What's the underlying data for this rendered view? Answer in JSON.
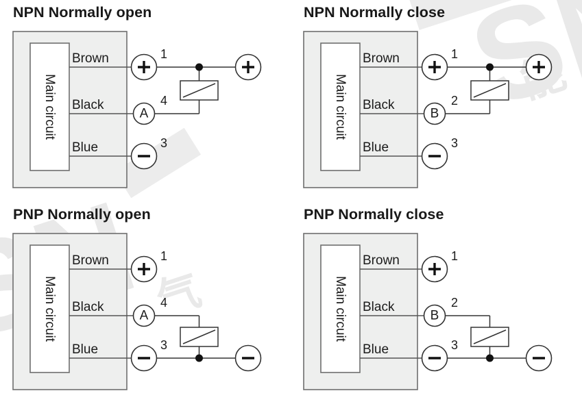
{
  "figure": {
    "kind": "sensor-wiring-diagrams",
    "background_color": "#ffffff",
    "panel_fill": "#eeefee",
    "panel_stroke": "#6e6e6e",
    "wire_color": "#555555",
    "ink_color": "#1b1b1b"
  },
  "watermark": {
    "logo_text": "SN",
    "cjk_text_1": "能",
    "cjk_text_2": "电",
    "cjk_text_3": "气"
  },
  "common": {
    "main_circuit_label": "Main circuit",
    "wire_labels": {
      "brown": "Brown",
      "black": "Black",
      "blue": "Blue"
    },
    "terminal_symbols": {
      "plus": "+",
      "minus": "−",
      "contact_a": "A",
      "contact_b": "B"
    }
  },
  "diagrams": [
    {
      "id": "npn-normally-open",
      "title": "NPN Normally open",
      "transistor_type": "NPN",
      "contact_mode": "Normally open",
      "supply_side": "positive",
      "rows": [
        {
          "wire": "Brown",
          "terminal": "+",
          "terminal_kind": "plus",
          "pin": "1"
        },
        {
          "wire": "Black",
          "terminal": "A",
          "terminal_kind": "contact",
          "pin": "4"
        },
        {
          "wire": "Blue",
          "terminal": "−",
          "terminal_kind": "minus",
          "pin": "3"
        }
      ],
      "external_terminal": "+",
      "external_terminal_kind": "plus",
      "load_connects_rows": [
        0,
        1
      ],
      "junction_on_row": 0
    },
    {
      "id": "npn-normally-close",
      "title": "NPN Normally close",
      "transistor_type": "NPN",
      "contact_mode": "Normally close",
      "supply_side": "positive",
      "rows": [
        {
          "wire": "Brown",
          "terminal": "+",
          "terminal_kind": "plus",
          "pin": "1"
        },
        {
          "wire": "Black",
          "terminal": "B",
          "terminal_kind": "contact",
          "pin": "2"
        },
        {
          "wire": "Blue",
          "terminal": "−",
          "terminal_kind": "minus",
          "pin": "3"
        }
      ],
      "external_terminal": "+",
      "external_terminal_kind": "plus",
      "load_connects_rows": [
        0,
        1
      ],
      "junction_on_row": 0
    },
    {
      "id": "pnp-normally-open",
      "title": "PNP Normally open",
      "transistor_type": "PNP",
      "contact_mode": "Normally open",
      "supply_side": "negative",
      "rows": [
        {
          "wire": "Brown",
          "terminal": "+",
          "terminal_kind": "plus",
          "pin": "1"
        },
        {
          "wire": "Black",
          "terminal": "A",
          "terminal_kind": "contact",
          "pin": "4"
        },
        {
          "wire": "Blue",
          "terminal": "−",
          "terminal_kind": "minus",
          "pin": "3"
        }
      ],
      "external_terminal": "−",
      "external_terminal_kind": "minus",
      "load_connects_rows": [
        1,
        2
      ],
      "junction_on_row": 2
    },
    {
      "id": "pnp-normally-close",
      "title": "PNP Normally close",
      "transistor_type": "PNP",
      "contact_mode": "Normally close",
      "supply_side": "negative",
      "rows": [
        {
          "wire": "Brown",
          "terminal": "+",
          "terminal_kind": "plus",
          "pin": "1"
        },
        {
          "wire": "Black",
          "terminal": "B",
          "terminal_kind": "contact",
          "pin": "2"
        },
        {
          "wire": "Blue",
          "terminal": "−",
          "terminal_kind": "minus",
          "pin": "3"
        }
      ],
      "external_terminal": "−",
      "external_terminal_kind": "minus",
      "load_connects_rows": [
        1,
        2
      ],
      "junction_on_row": 2
    }
  ]
}
